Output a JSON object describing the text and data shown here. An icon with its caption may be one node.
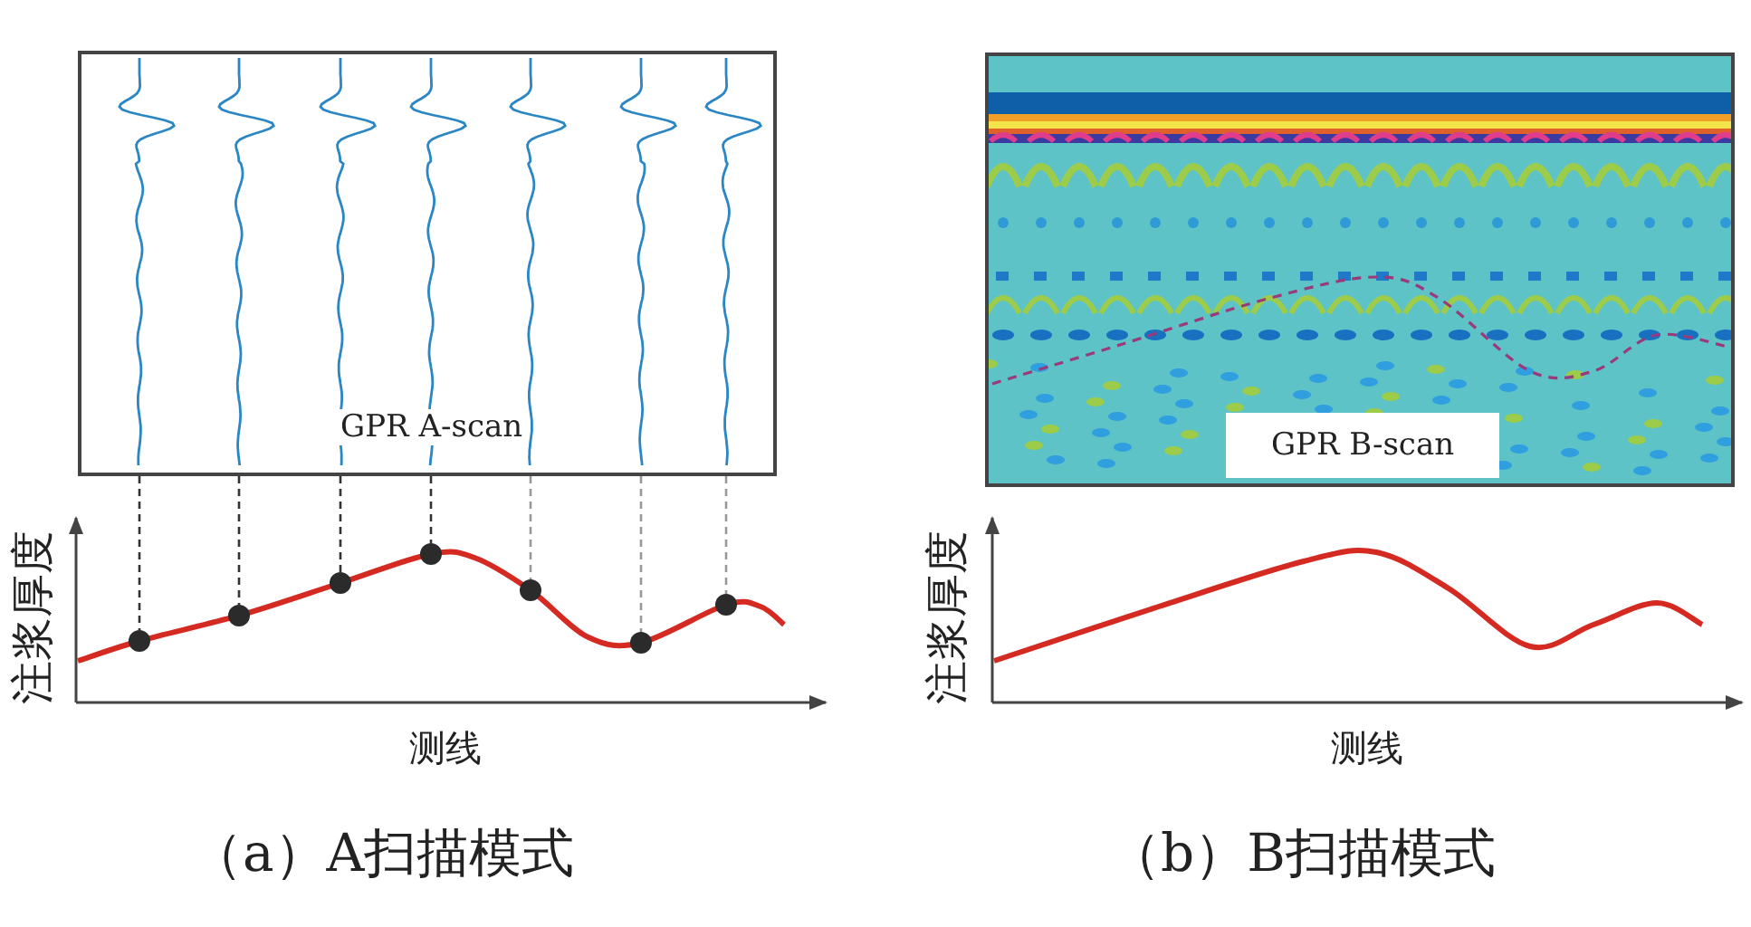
{
  "diagram": {
    "nodes": [
      {
        "text": [
          "GPR A-scan"
        ]
      },
      {
        "text": [],
        "shape": "circle"
      },
      {
        "text": [],
        "shape": "circle"
      },
      {
        "text": [],
        "shape": "circle"
      },
      {
        "text": [],
        "shape": "circle"
      },
      {
        "text": [],
        "shape": "circle"
      },
      {
        "text": [],
        "shape": "circle"
      },
      {
        "text": [],
        "shape": "circle"
      },
      {
        "text": [
          "GPR B-scan"
        ]
      }
    ],
    "edges": [
      {
        "from": 0,
        "to": 1,
        "arrow": "none",
        "style": "dashed"
      },
      {
        "from": 0,
        "to": 2,
        "arrow": "none",
        "style": "dashed"
      },
      {
        "from": 0,
        "to": 3,
        "arrow": "none",
        "style": "dashed"
      },
      {
        "from": 0,
        "to": 4,
        "arrow": "none",
        "style": "dashed"
      },
      {
        "from": 0,
        "to": 5,
        "arrow": "none",
        "style": "dashed",
        "color": "#999999"
      },
      {
        "from": 0,
        "to": 6,
        "arrow": "none",
        "style": "dashed",
        "color": "#999999"
      },
      {
        "from": 0,
        "to": 7,
        "arrow": "none",
        "style": "dashed",
        "color": "#999999"
      }
    ],
    "labels": [
      "注浆厚度",
      "注浆厚度",
      "测线",
      "测线",
      "（a）A扫描模式",
      "（b）B扫描模式"
    ]
  }
}
